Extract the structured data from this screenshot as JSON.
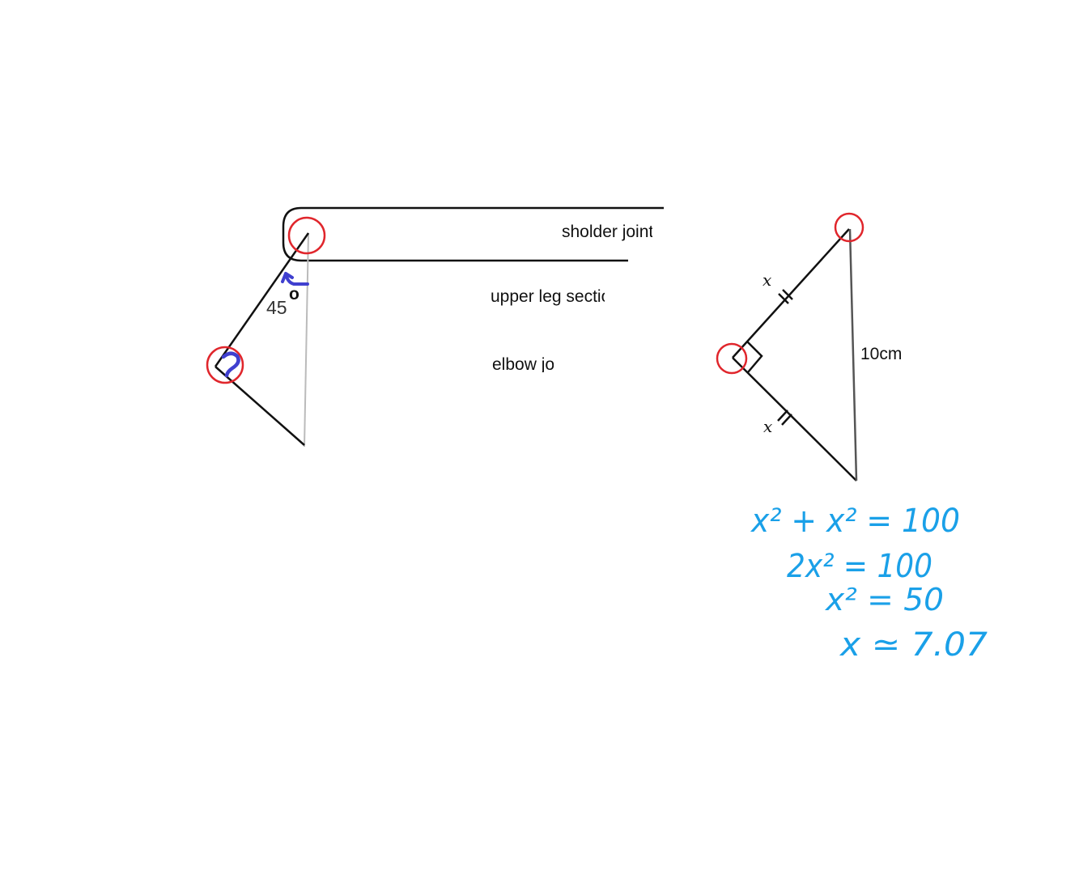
{
  "left_diagram": {
    "label_shoulder": "sholder joint",
    "label_upper_leg": "upper leg section",
    "label_elbow": "elbow joint",
    "angle_label": "45",
    "degree_mark": "o"
  },
  "right_diagram": {
    "side_label_top": "x",
    "side_label_bottom": "x",
    "hypotenuse_label": "10cm"
  },
  "handwritten_work": {
    "line1": "x² + x² = 100",
    "line2": "2x² = 100",
    "line3": "x² = 50",
    "line4": "x ≃ 7.07"
  },
  "colors": {
    "ink": "#111111",
    "circle": "#e0262c",
    "annotation": "#3f3fcf",
    "handwriting": "#1aa0e8",
    "guide": "#bbbbbb"
  }
}
